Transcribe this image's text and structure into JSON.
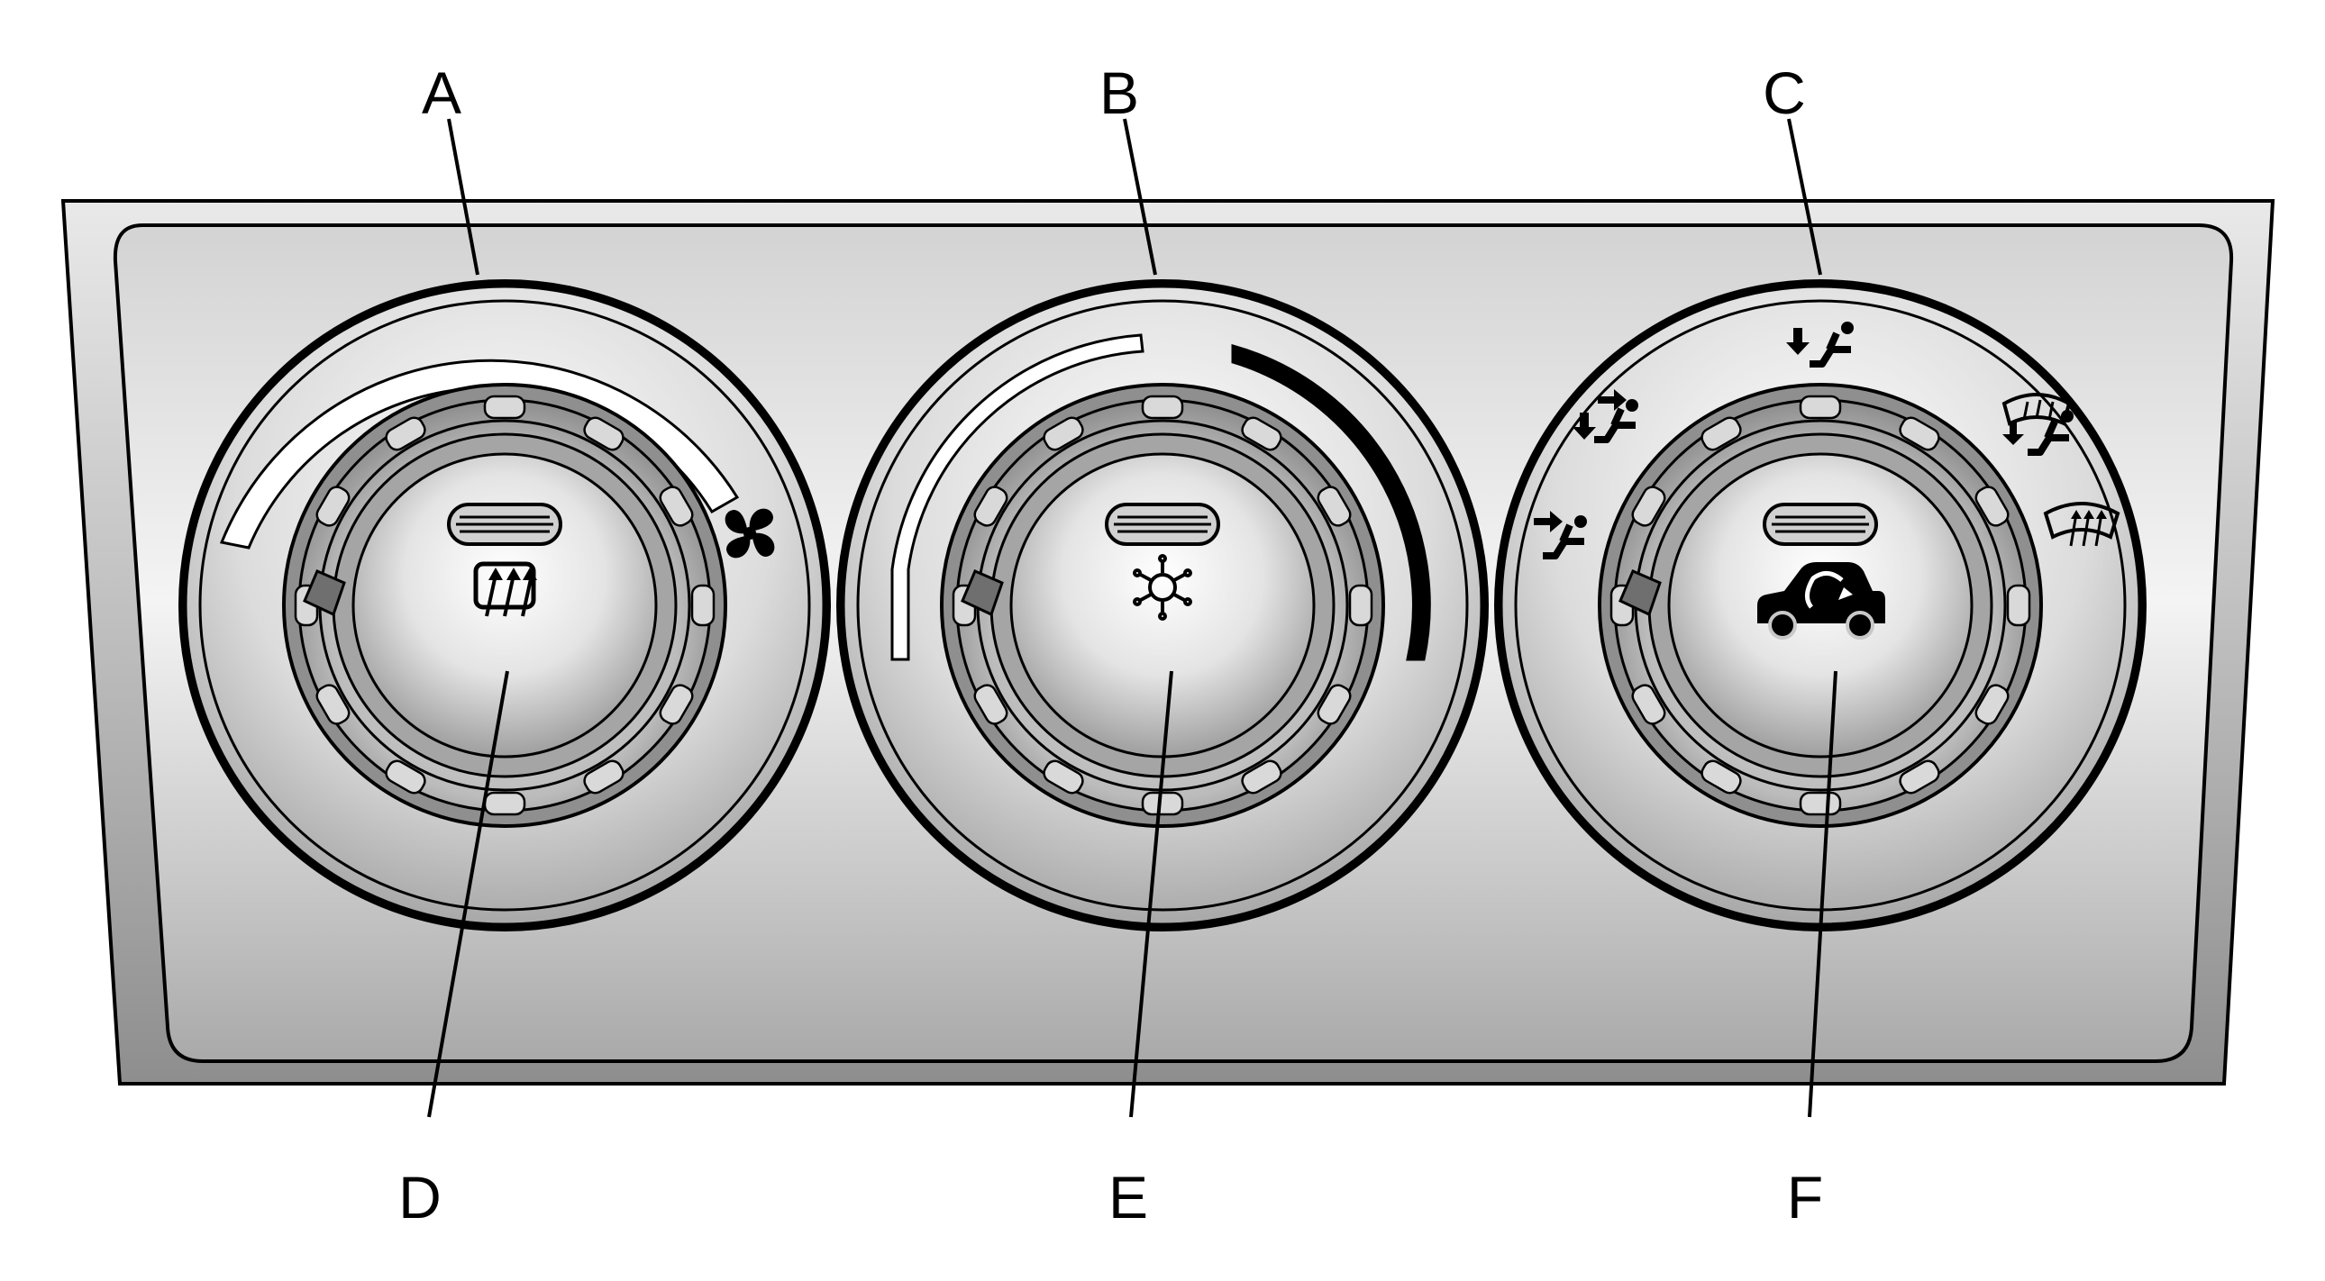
{
  "callouts": {
    "a": "A",
    "b": "B",
    "c": "C",
    "d": "D",
    "e": "E",
    "f": "F"
  },
  "controls": {
    "fan_knob": {
      "icon": "fan-icon",
      "button_icon": "rear-defrost-icon"
    },
    "temperature_knob": {
      "icon": "temperature-scale-icon",
      "button_icon": "snowflake-icon"
    },
    "mode_knob": {
      "positions": [
        "vent-icon",
        "bi-level-icon",
        "floor-icon",
        "defog-icon",
        "windshield-defrost-icon"
      ],
      "button_icon": "recirculation-icon"
    }
  },
  "colors": {
    "outline": "#000000",
    "panel_light": "#f4f4f4",
    "panel_dark": "#9a9a9a"
  }
}
